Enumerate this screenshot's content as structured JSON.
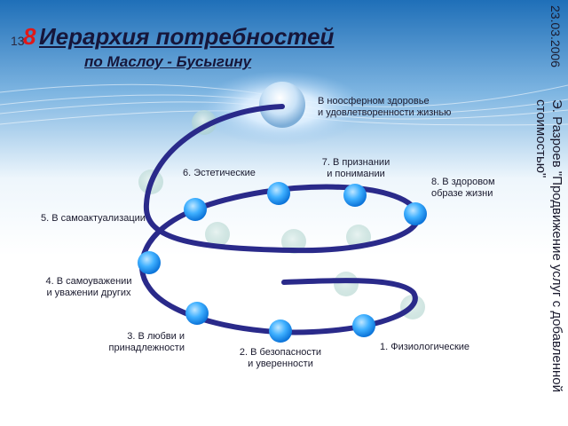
{
  "header": {
    "slide_number": "13",
    "slide_digit": "8",
    "title": "Иерархия потребностей",
    "subtitle": "по Маслоу - Бусыгину"
  },
  "sidebar": {
    "date": "23.03.2006",
    "author_line1": "Э. Разроев \"Продвижение услуг с добавленной",
    "author_line2": "стоимостью\""
  },
  "diagram": {
    "spiral_color": "#2a2a8a",
    "node_color": "#1f9af0",
    "labels": {
      "top_line1": "В ноосферном здоровье",
      "top_line2": "и удовлетворенности жизнью",
      "l1": "1. Физиологические",
      "l2_line1": "2. В безопасности",
      "l2_line2": "и уверенности",
      "l3_line1": "3. В любви и",
      "l3_line2": "принадлежности",
      "l4_line1": "4. В самоуважении",
      "l4_line2": "и уважении других",
      "l5": "5. В самоактуализации",
      "l6": "6. Эстетические",
      "l7_line1": "7. В признании",
      "l7_line2": "и понимании",
      "l8_line1": "8. В здоровом",
      "l8_line2": "образе жизни"
    }
  }
}
